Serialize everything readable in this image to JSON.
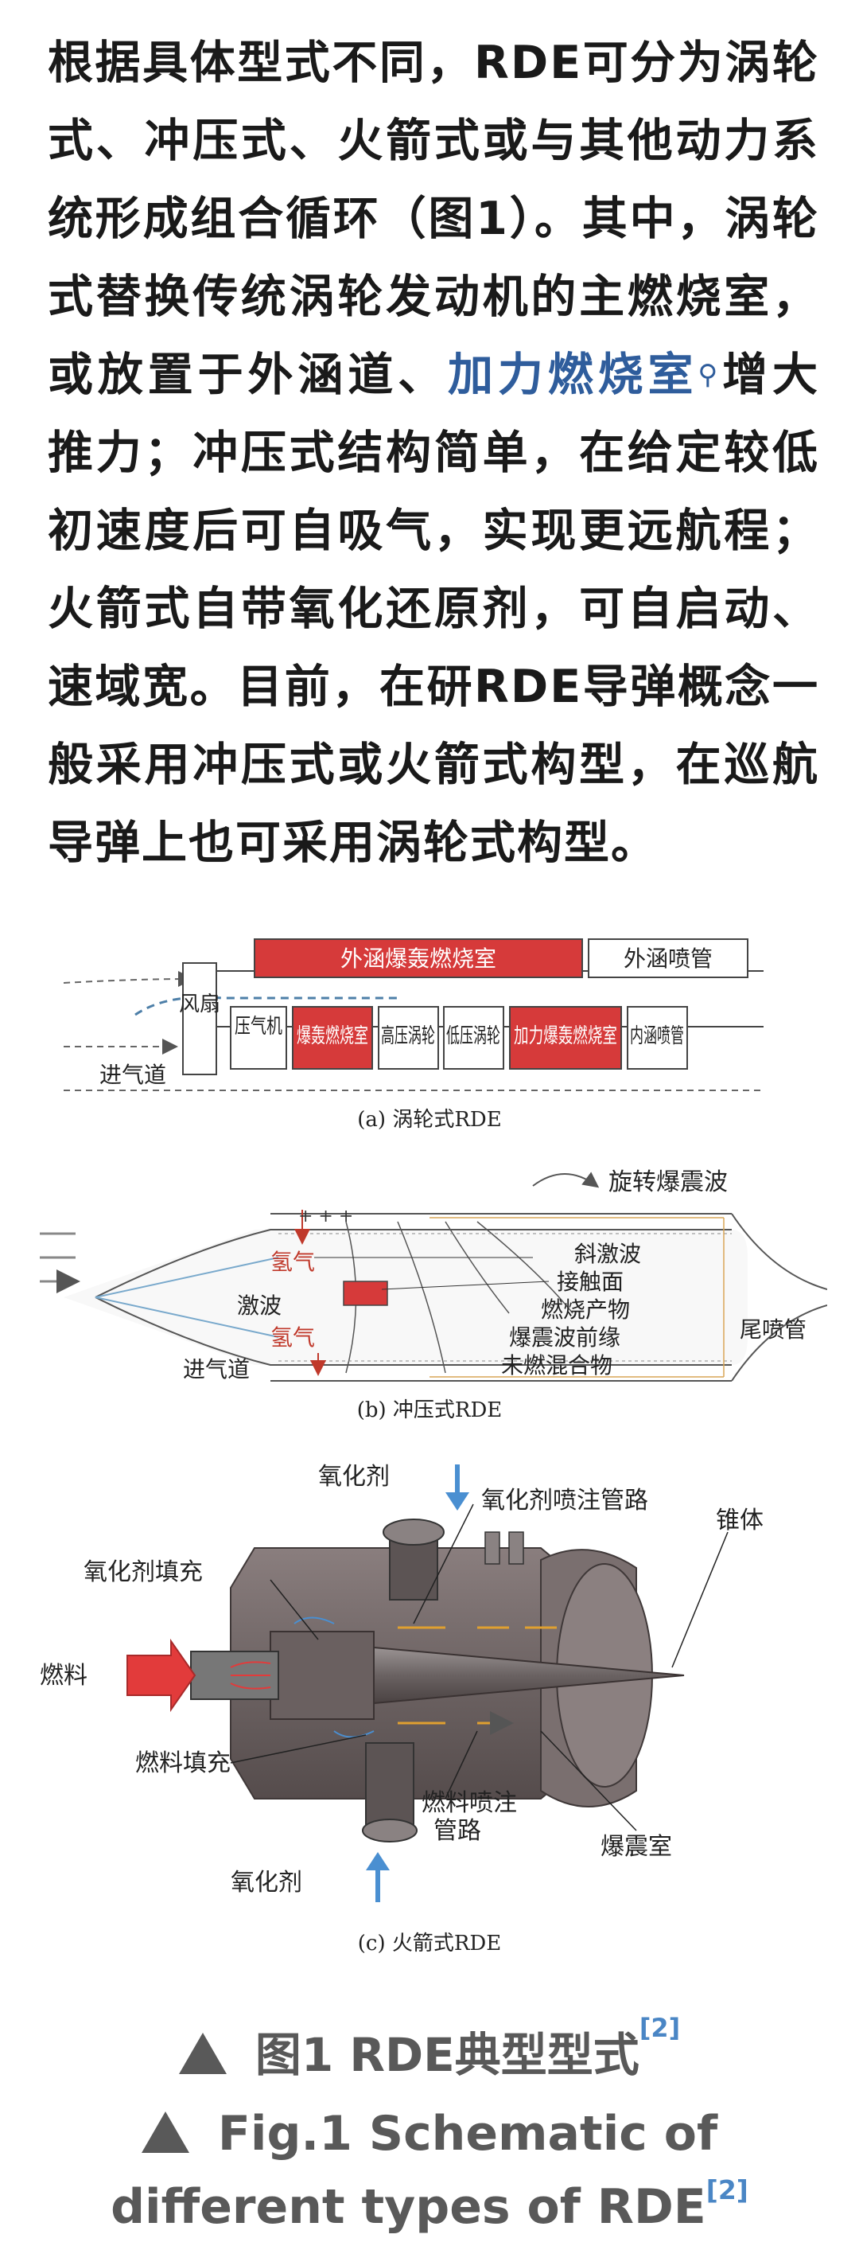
{
  "article": {
    "part1": "根据具体型式不同，RDE可分为涡轮式、冲压式、火箭式或与其他动力系统形成组合循环（图1）。其中，涡轮式替换传统涡轮发动机的主燃烧室，或放置于外涵道、",
    "link": "加力燃烧室",
    "search_glyph": "⚲",
    "part2": "增大推力；冲压式结构简单，在给定较低初速度后可自吸气，实现更远航程；火箭式自带氧化还原剂，可自启动、速域宽。目前，在研RDE导弹概念一般采用冲压式或火箭式构型，在巡航导弹上也可采用涡轮式构型。"
  },
  "figure": {
    "a": {
      "inlet": "进气道",
      "fan": "风扇",
      "bypass_det": "外涵爆轰燃烧室",
      "bypass_nozzle": "外涵喷管",
      "compressor": "压气机",
      "det_chamber": "爆轰燃烧室",
      "hp_turbine": "高压涡轮",
      "lp_turbine": "低压涡轮",
      "afterburner_det": "加力爆轰燃烧室",
      "core_nozzle": "内涵喷管",
      "caption": "(a) 涡轮式RDE"
    },
    "b": {
      "rotating_wave": "旋转爆震波",
      "oblique_shock": "斜激波",
      "contact": "接触面",
      "products": "燃烧产物",
      "front": "爆震波前缘",
      "unburned": "未燃混合物",
      "shock": "激波",
      "h2_top": "氢气",
      "h2_bottom": "氢气",
      "inlet": "进气道",
      "tail_nozzle": "尾喷管",
      "caption": "(b) 冲压式RDE"
    },
    "c": {
      "oxidizer_top": "氧化剂",
      "oxidizer_pipe": "氧化剂喷注管路",
      "cone": "锥体",
      "oxidizer_fill": "氧化剂填充",
      "fuel": "燃料",
      "fuel_fill": "燃料填充",
      "fuel_pipe_1": "燃料喷注",
      "fuel_pipe_2": "管路",
      "det_chamber": "爆震室",
      "oxidizer_bottom": "氧化剂",
      "caption": "(c) 火箭式RDE"
    }
  },
  "captions": {
    "cn": "图1   RDE典型型式",
    "cn_ref": "[2]",
    "en1": "Fig.1   Schematic of",
    "en2": "different types of RDE",
    "en_ref": "[2]"
  },
  "colors": {
    "text": "#1a1a1a",
    "link": "#2f5d9c",
    "caption": "#595959",
    "reference": "#4a86c5",
    "chamber_red": "#d63a3a"
  }
}
